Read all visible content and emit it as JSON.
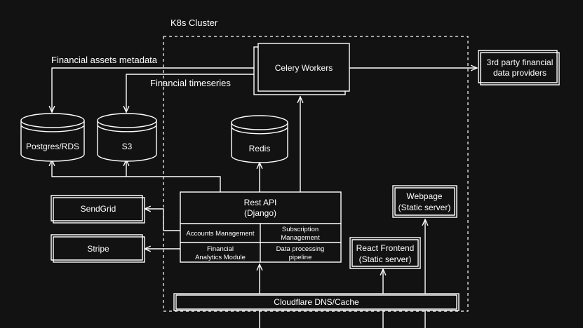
{
  "colors": {
    "background": "#121212",
    "ink": "#ffffff"
  },
  "cluster": {
    "label": "K8s Cluster"
  },
  "nodes": {
    "celery": "Celery Workers",
    "third_party": [
      "3rd party financial",
      "data providers"
    ],
    "postgres": "Postgres/RDS",
    "s3": "S3",
    "redis": "Redis",
    "sendgrid": "SendGrid",
    "stripe": "Stripe",
    "rest_api": [
      "Rest API",
      "(Django)"
    ],
    "modules": {
      "accounts": "Accounts Management",
      "subscription": [
        "Subscription",
        "Management"
      ],
      "analytics": [
        "Financial",
        "Analytics Module"
      ],
      "pipeline": [
        "Data processing",
        "pipeline"
      ]
    },
    "webpage": [
      "Webpage",
      "(Static server)"
    ],
    "react": [
      "React Frontend",
      "(Static server)"
    ],
    "cloudflare": "Cloudflare DNS/Cache"
  },
  "edges": {
    "assets_meta": "Financial assets metadata",
    "timeseries": "Financial timeseries"
  }
}
